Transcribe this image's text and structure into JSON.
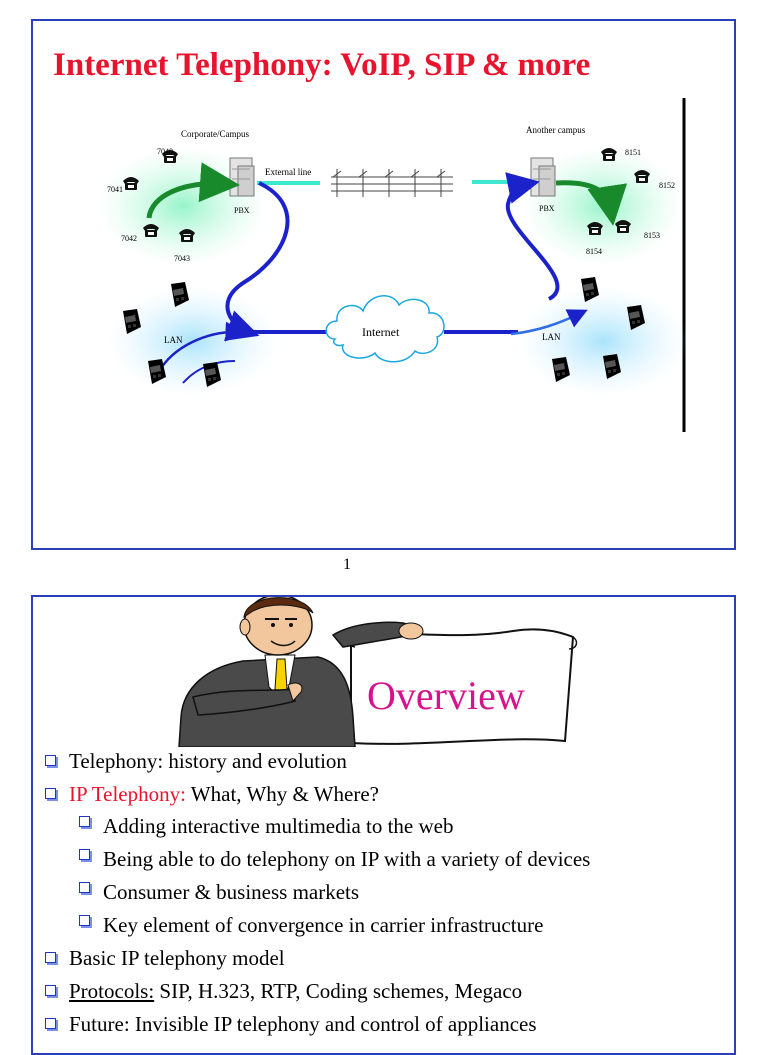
{
  "slide1": {
    "title": "Internet Telephony: VoIP, SIP & more",
    "diagram": {
      "corporate_label": "Corporate/Campus",
      "another_label": "Another campus",
      "pbx_left": "PBX",
      "pbx_right": "PBX",
      "external_line": "External line",
      "internet": "Internet",
      "lan_left": "LAN",
      "lan_right": "LAN",
      "ext_left": [
        "7040",
        "7041",
        "7042",
        "7043"
      ],
      "ext_right": [
        "8151",
        "8152",
        "8153",
        "8154"
      ]
    }
  },
  "page_number": "1",
  "slide2": {
    "overview_label": "Overview",
    "bullets": [
      {
        "level": 1,
        "text": "Telephony: history and evolution"
      },
      {
        "level": 1,
        "accent": "IP Telephony:",
        "text": " What, Why & Where?"
      },
      {
        "level": 2,
        "text": "Adding interactive multimedia to the web"
      },
      {
        "level": 2,
        "text": "Being able to do telephony on IP with a variety of devices"
      },
      {
        "level": 2,
        "text": "Consumer & business markets"
      },
      {
        "level": 2,
        "text": "Key element of convergence in carrier infrastructure"
      },
      {
        "level": 1,
        "text": "Basic IP telephony model"
      },
      {
        "level": 1,
        "underlined": "Protocols:",
        "text": " SIP, H.323, RTP, Coding schemes, Megaco"
      },
      {
        "level": 1,
        "text": "Future: Invisible IP telephony and control of appliances"
      }
    ]
  },
  "colors": {
    "title_red": "#e8142e",
    "border_blue": "#2b3fb8",
    "overview_magenta": "#d5138c",
    "arrow_blue": "#1b22c9",
    "arrow_green": "#188a2b",
    "line_cyan": "#3ee8d0"
  }
}
